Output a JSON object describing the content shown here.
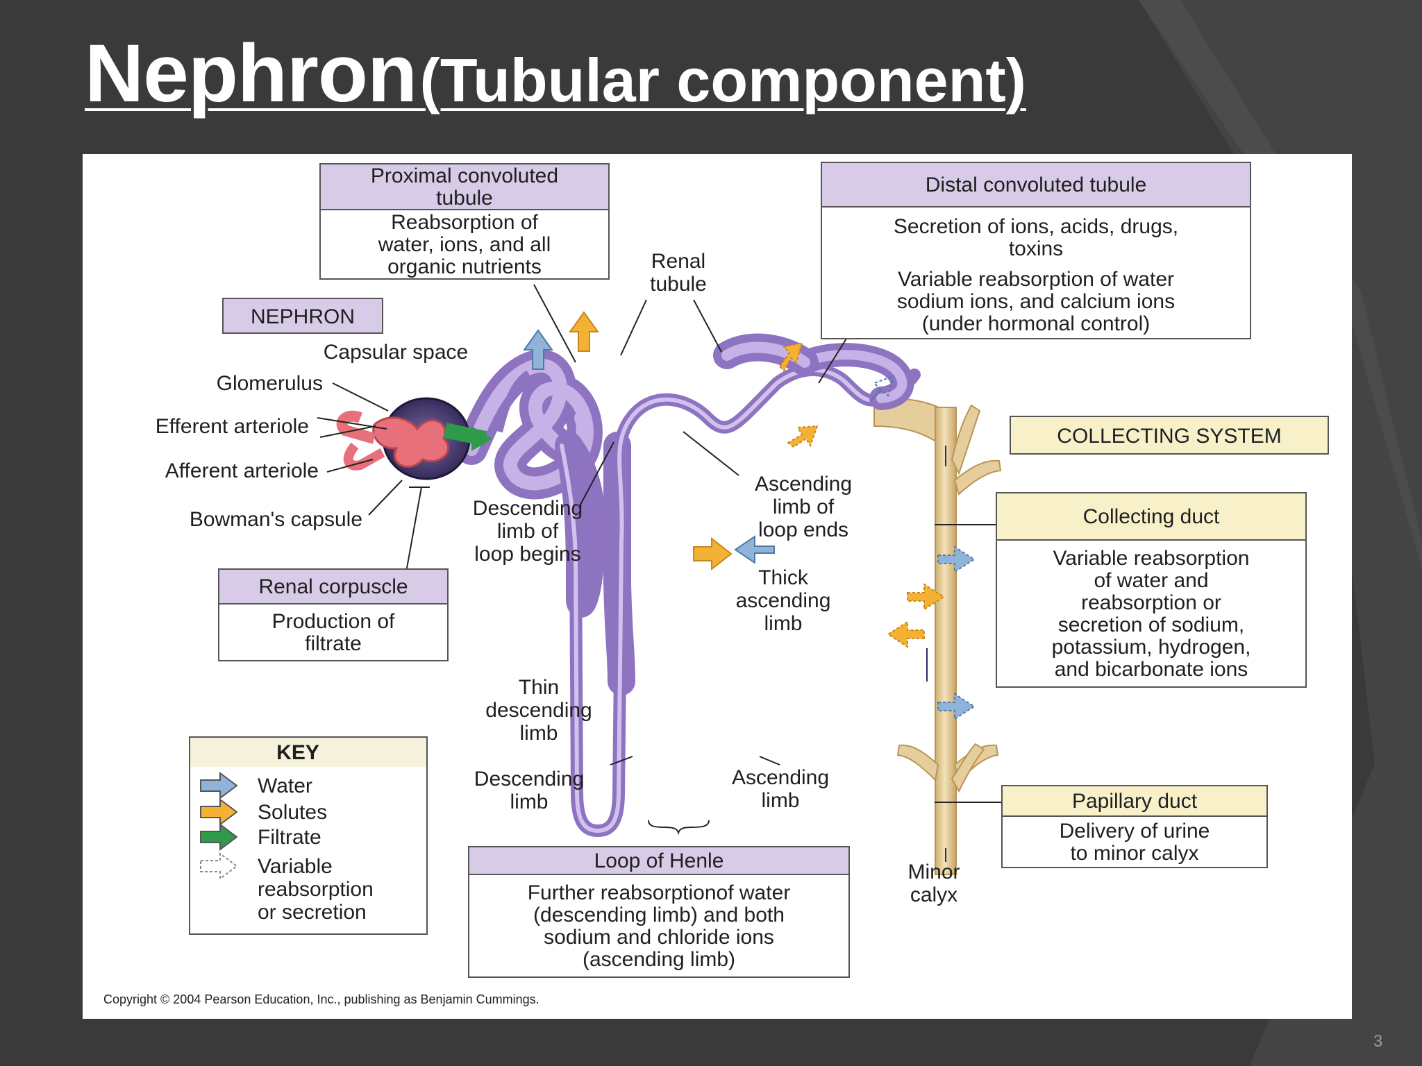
{
  "slide": {
    "title": "Nephron",
    "title_suffix": "(Tubular component)",
    "page_number": "3"
  },
  "diagram": {
    "nephron_tag": "NEPHRON",
    "collecting_tag": "COLLECTING SYSTEM",
    "boxes": {
      "pct_header": [
        "Proximal convoluted",
        "tubule"
      ],
      "pct_body": [
        "Reabsorption of",
        "water, ions, and all",
        "organic nutrients"
      ],
      "dct_header": [
        "Distal convoluted tubule"
      ],
      "dct_body": [
        "Secretion of ions, acids, drugs,",
        "toxins",
        "Variable reabsorption of water",
        "sodium ions, and calcium ions",
        "(under hormonal control)"
      ],
      "corpuscle_header": [
        "Renal corpuscle"
      ],
      "corpuscle_body": [
        "Production of",
        "filtrate"
      ],
      "cd_header": [
        "Collecting duct"
      ],
      "cd_body": [
        "Variable reabsorption",
        "of water and",
        "reabsorption or",
        "secretion of sodium,",
        "potassium, hydrogen,",
        "and bicarbonate ions"
      ],
      "pd_header": [
        "Papillary duct"
      ],
      "pd_body": [
        "Delivery of urine",
        "to minor calyx"
      ],
      "loop_header": [
        "Loop of Henle"
      ],
      "loop_body": [
        "Further reabsorptionof water",
        "(descending limb) and both",
        "sodium and chloride ions",
        "(ascending limb)"
      ]
    },
    "labels": {
      "capsular_space": [
        "Capsular space"
      ],
      "glomerulus": [
        "Glomerulus"
      ],
      "efferent": [
        "Efferent arteriole"
      ],
      "afferent": [
        "Afferent arteriole"
      ],
      "bowman": [
        "Bowman's capsule"
      ],
      "renal_tubule": [
        "Renal",
        "tubule"
      ],
      "desc_begins": [
        "Descending",
        "limb of",
        "loop begins"
      ],
      "asc_ends": [
        "Ascending",
        "limb of",
        "loop ends"
      ],
      "thick_asc": [
        "Thick",
        "ascending",
        "limb"
      ],
      "thin_desc": [
        "Thin",
        "descending",
        "limb"
      ],
      "desc_limb": [
        "Descending",
        "limb"
      ],
      "asc_limb": [
        "Ascending",
        "limb"
      ],
      "minor_calyx": [
        "Minor",
        "calyx"
      ]
    },
    "key": {
      "title": "KEY",
      "items": [
        {
          "lines": [
            "Water"
          ],
          "color": "#8fb3d9",
          "style": "solid"
        },
        {
          "lines": [
            "Solutes"
          ],
          "color": "#f5b133",
          "style": "solid"
        },
        {
          "lines": [
            "Filtrate"
          ],
          "color": "#2f9a4a",
          "style": "solid"
        },
        {
          "lines": [
            "Variable",
            "reabsorption",
            "or secretion"
          ],
          "color": "#ffffff",
          "style": "dashed"
        }
      ]
    },
    "copyright": "Copyright © 2004 Pearson Education, Inc., publishing as Benjamin Cummings.",
    "colors": {
      "header_fill": "#d8cbe8",
      "yellow_header": "#f7f0c8",
      "tubule": "#a98fd1",
      "tubule_light": "#cdb9ea",
      "duct": "#e6ce9c",
      "vessel": "#e8707a",
      "water": "#8fb3d9",
      "solute": "#f5b133",
      "filtrate": "#2f9a4a"
    }
  }
}
